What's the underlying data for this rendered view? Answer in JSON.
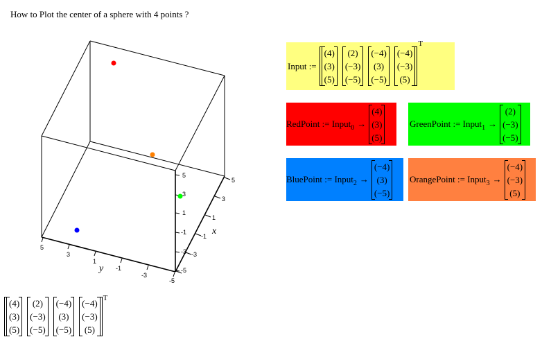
{
  "title": "How to Plot the center of a sphere with 4 points ?",
  "input": {
    "label": "Input :=",
    "vectors": [
      [
        "(4)",
        "(3)",
        "(5)"
      ],
      [
        "(2)",
        "(−3)",
        "(−5)"
      ],
      [
        "(−4)",
        "(3)",
        "(−5)"
      ],
      [
        "(−4)",
        "(−3)",
        "(5)"
      ]
    ],
    "transpose": "T",
    "bg": "#ffff80"
  },
  "points": [
    {
      "name": "RedPoint",
      "lhs": "RedPoint := Input",
      "index": "0",
      "arrow": "→",
      "values": [
        "(4)",
        "(3)",
        "(5)"
      ],
      "bg": "#ff0000"
    },
    {
      "name": "GreenPoint",
      "lhs": "GreenPoint := Input",
      "index": "1",
      "arrow": "→",
      "values": [
        "(2)",
        "(−3)",
        "(−5)"
      ],
      "bg": "#00ff00"
    },
    {
      "name": "BluePoint",
      "lhs": "BluePoint := Input",
      "index": "2",
      "arrow": "→",
      "values": [
        "(−4)",
        "(3)",
        "(−5)"
      ],
      "bg": "#0080ff"
    },
    {
      "name": "OrangePoint",
      "lhs": "OrangePoint := Input",
      "index": "3",
      "arrow": "→",
      "values": [
        "(−4)",
        "(−3)",
        "(5)"
      ],
      "bg": "#ff8040"
    }
  ],
  "result": {
    "vectors": [
      [
        "(4)",
        "(3)",
        "(5)"
      ],
      [
        "(2)",
        "(−3)",
        "(−5)"
      ],
      [
        "(−4)",
        "(3)",
        "(−5)"
      ],
      [
        "(−4)",
        "(−3)",
        "(5)"
      ]
    ],
    "transpose": "T"
  },
  "plot": {
    "x_axis": {
      "label": "x",
      "ticks": [
        "5",
        "3",
        "1",
        "-1",
        "-3",
        "-5"
      ]
    },
    "y_axis": {
      "label": "y",
      "ticks": [
        "5",
        "3",
        "1",
        "-1",
        "-3",
        "-5"
      ]
    },
    "z_axis": {
      "ticks": [
        "5",
        "3",
        "1",
        "-1",
        "-3",
        "-5"
      ]
    },
    "point_colors": {
      "red": "#ff0000",
      "orange": "#ff8000",
      "green": "#00ff00",
      "blue": "#0000ff"
    }
  }
}
